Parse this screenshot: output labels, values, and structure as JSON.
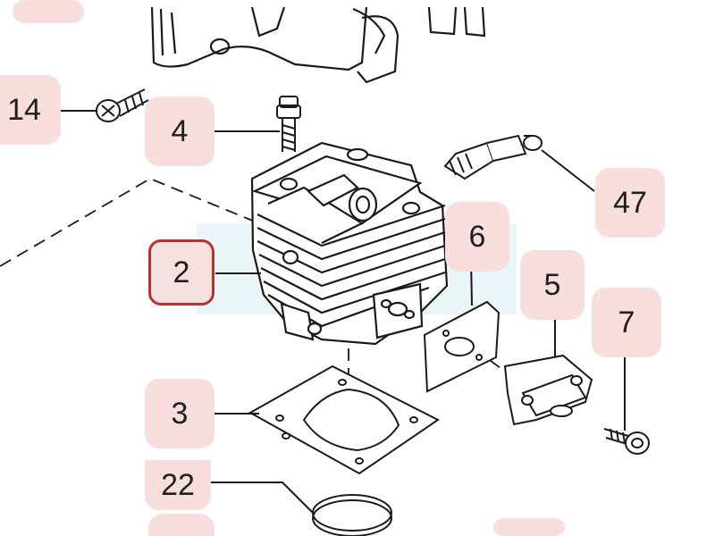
{
  "callouts": [
    {
      "id": "14",
      "label": "14"
    },
    {
      "id": "4",
      "label": "4"
    },
    {
      "id": "47",
      "label": "47"
    },
    {
      "id": "6",
      "label": "6"
    },
    {
      "id": "2",
      "label": "2",
      "selected": true
    },
    {
      "id": "5",
      "label": "5"
    },
    {
      "id": "7",
      "label": "7"
    },
    {
      "id": "3",
      "label": "3"
    },
    {
      "id": "22",
      "label": "22"
    }
  ],
  "colors": {
    "callout_bg": "#f9dede",
    "selected_border": "#b8322f",
    "line": "#1a1a1a",
    "highlight": "#cfe8ec"
  }
}
